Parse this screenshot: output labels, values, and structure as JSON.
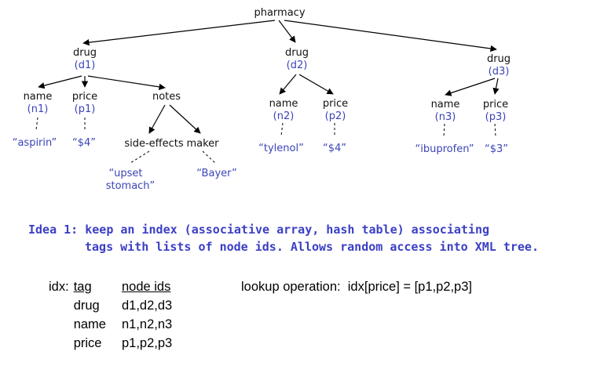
{
  "tree": {
    "root": "pharmacy",
    "drugs": [
      {
        "label": "drug",
        "id": "(d1)",
        "name_label": "name",
        "name_id": "(n1)",
        "name_value": "“aspirin”",
        "price_label": "price",
        "price_id": "(p1)",
        "price_value": "“$4”",
        "notes_label": "notes",
        "side_effects_label": "side-effects",
        "maker_label": "maker",
        "side_effects_value_line1": "“upset",
        "side_effects_value_line2": "stomach”",
        "maker_value": "“Bayer”"
      },
      {
        "label": "drug",
        "id": "(d2)",
        "name_label": "name",
        "name_id": "(n2)",
        "name_value": "“tylenol”",
        "price_label": "price",
        "price_id": "(p2)",
        "price_value": "“$4”"
      },
      {
        "label": "drug",
        "id": "(d3)",
        "name_label": "name",
        "name_id": "(n3)",
        "name_value": "“ibuprofen”",
        "price_label": "price",
        "price_id": "(p3)",
        "price_value": "“$3”"
      }
    ]
  },
  "idea": {
    "line1": "Idea 1: keep an index (associative array, hash table) associating",
    "line2": "tags with lists of node ids. Allows random access into XML tree."
  },
  "index_table": {
    "prefix": "idx:",
    "headers": [
      "tag",
      "node ids"
    ],
    "rows": [
      [
        "drug",
        "d1,d2,d3"
      ],
      [
        "name",
        "n1,n2,n3"
      ],
      [
        "price",
        "p1,p2,p3"
      ]
    ]
  },
  "lookup": "lookup operation:  idx[price] = [p1,p2,p3]",
  "colors": {
    "ids": "#3b44b8",
    "idea_text": "#3b3fc4"
  }
}
